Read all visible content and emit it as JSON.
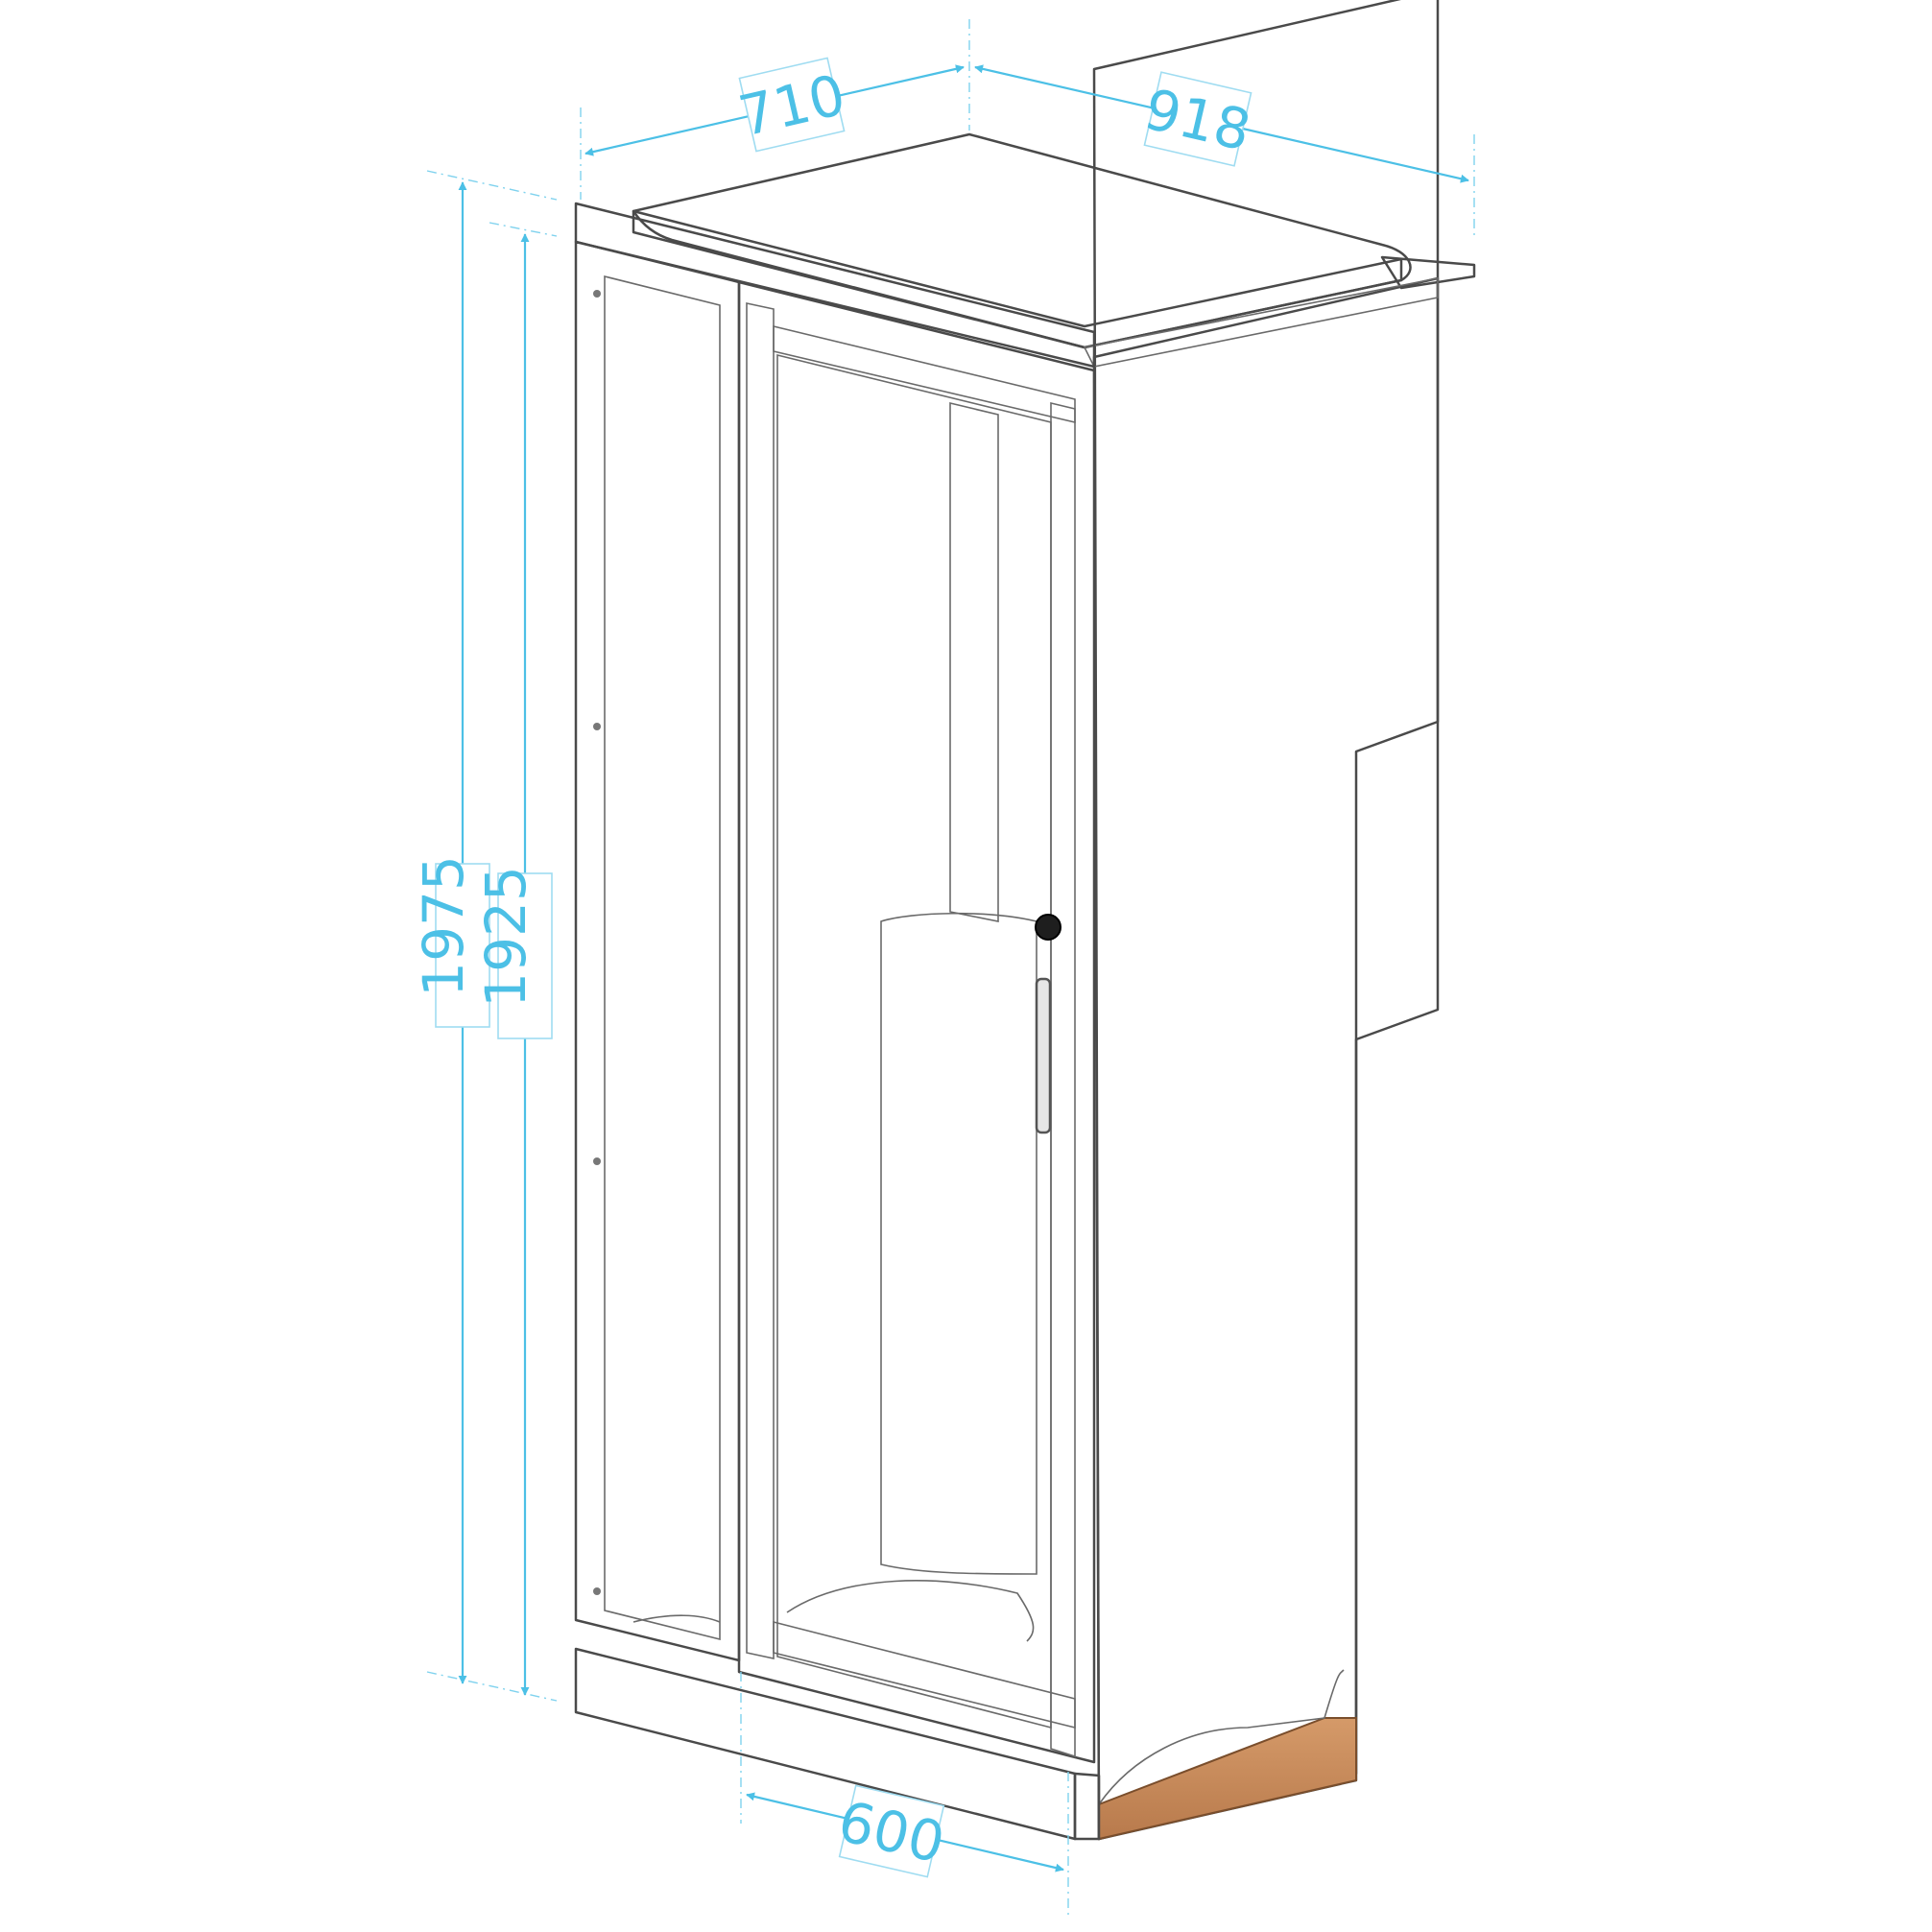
{
  "dimensions": {
    "depth": "710",
    "overall_width": "918",
    "overall_height": "1975",
    "inner_height": "1925",
    "door_width": "600"
  },
  "colors": {
    "dimension": "#4cc0e6",
    "frame": "#d2d2d2",
    "body": "#e6e6e6",
    "wood_base": "#c8895a"
  }
}
